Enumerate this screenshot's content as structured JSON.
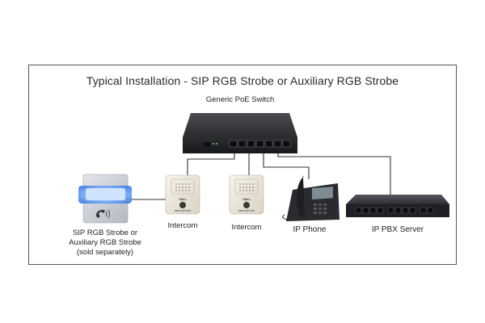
{
  "diagram": {
    "title": "Typical Installation - SIP RGB Strobe or Auxiliary RGB Strobe",
    "switch_label": "Generic PoE Switch",
    "strobe_label": [
      "SIP RGB Strobe or",
      "Auxiliary RGB Strobe",
      "(sold separately)"
    ],
    "intercom1_label": "Intercom",
    "intercom2_label": "Intercom",
    "phone_label": "IP Phone",
    "pbx_label": "IP PBX Server",
    "intercom_button_text": [
      "CALL",
      "PRESS BUTTON"
    ],
    "colors": {
      "frame": "#555555",
      "device_dark": "#2b2d31",
      "strobe_glow": "#7fb6ff",
      "intercom_face": "#f1ede2",
      "cable": "#333333"
    }
  }
}
